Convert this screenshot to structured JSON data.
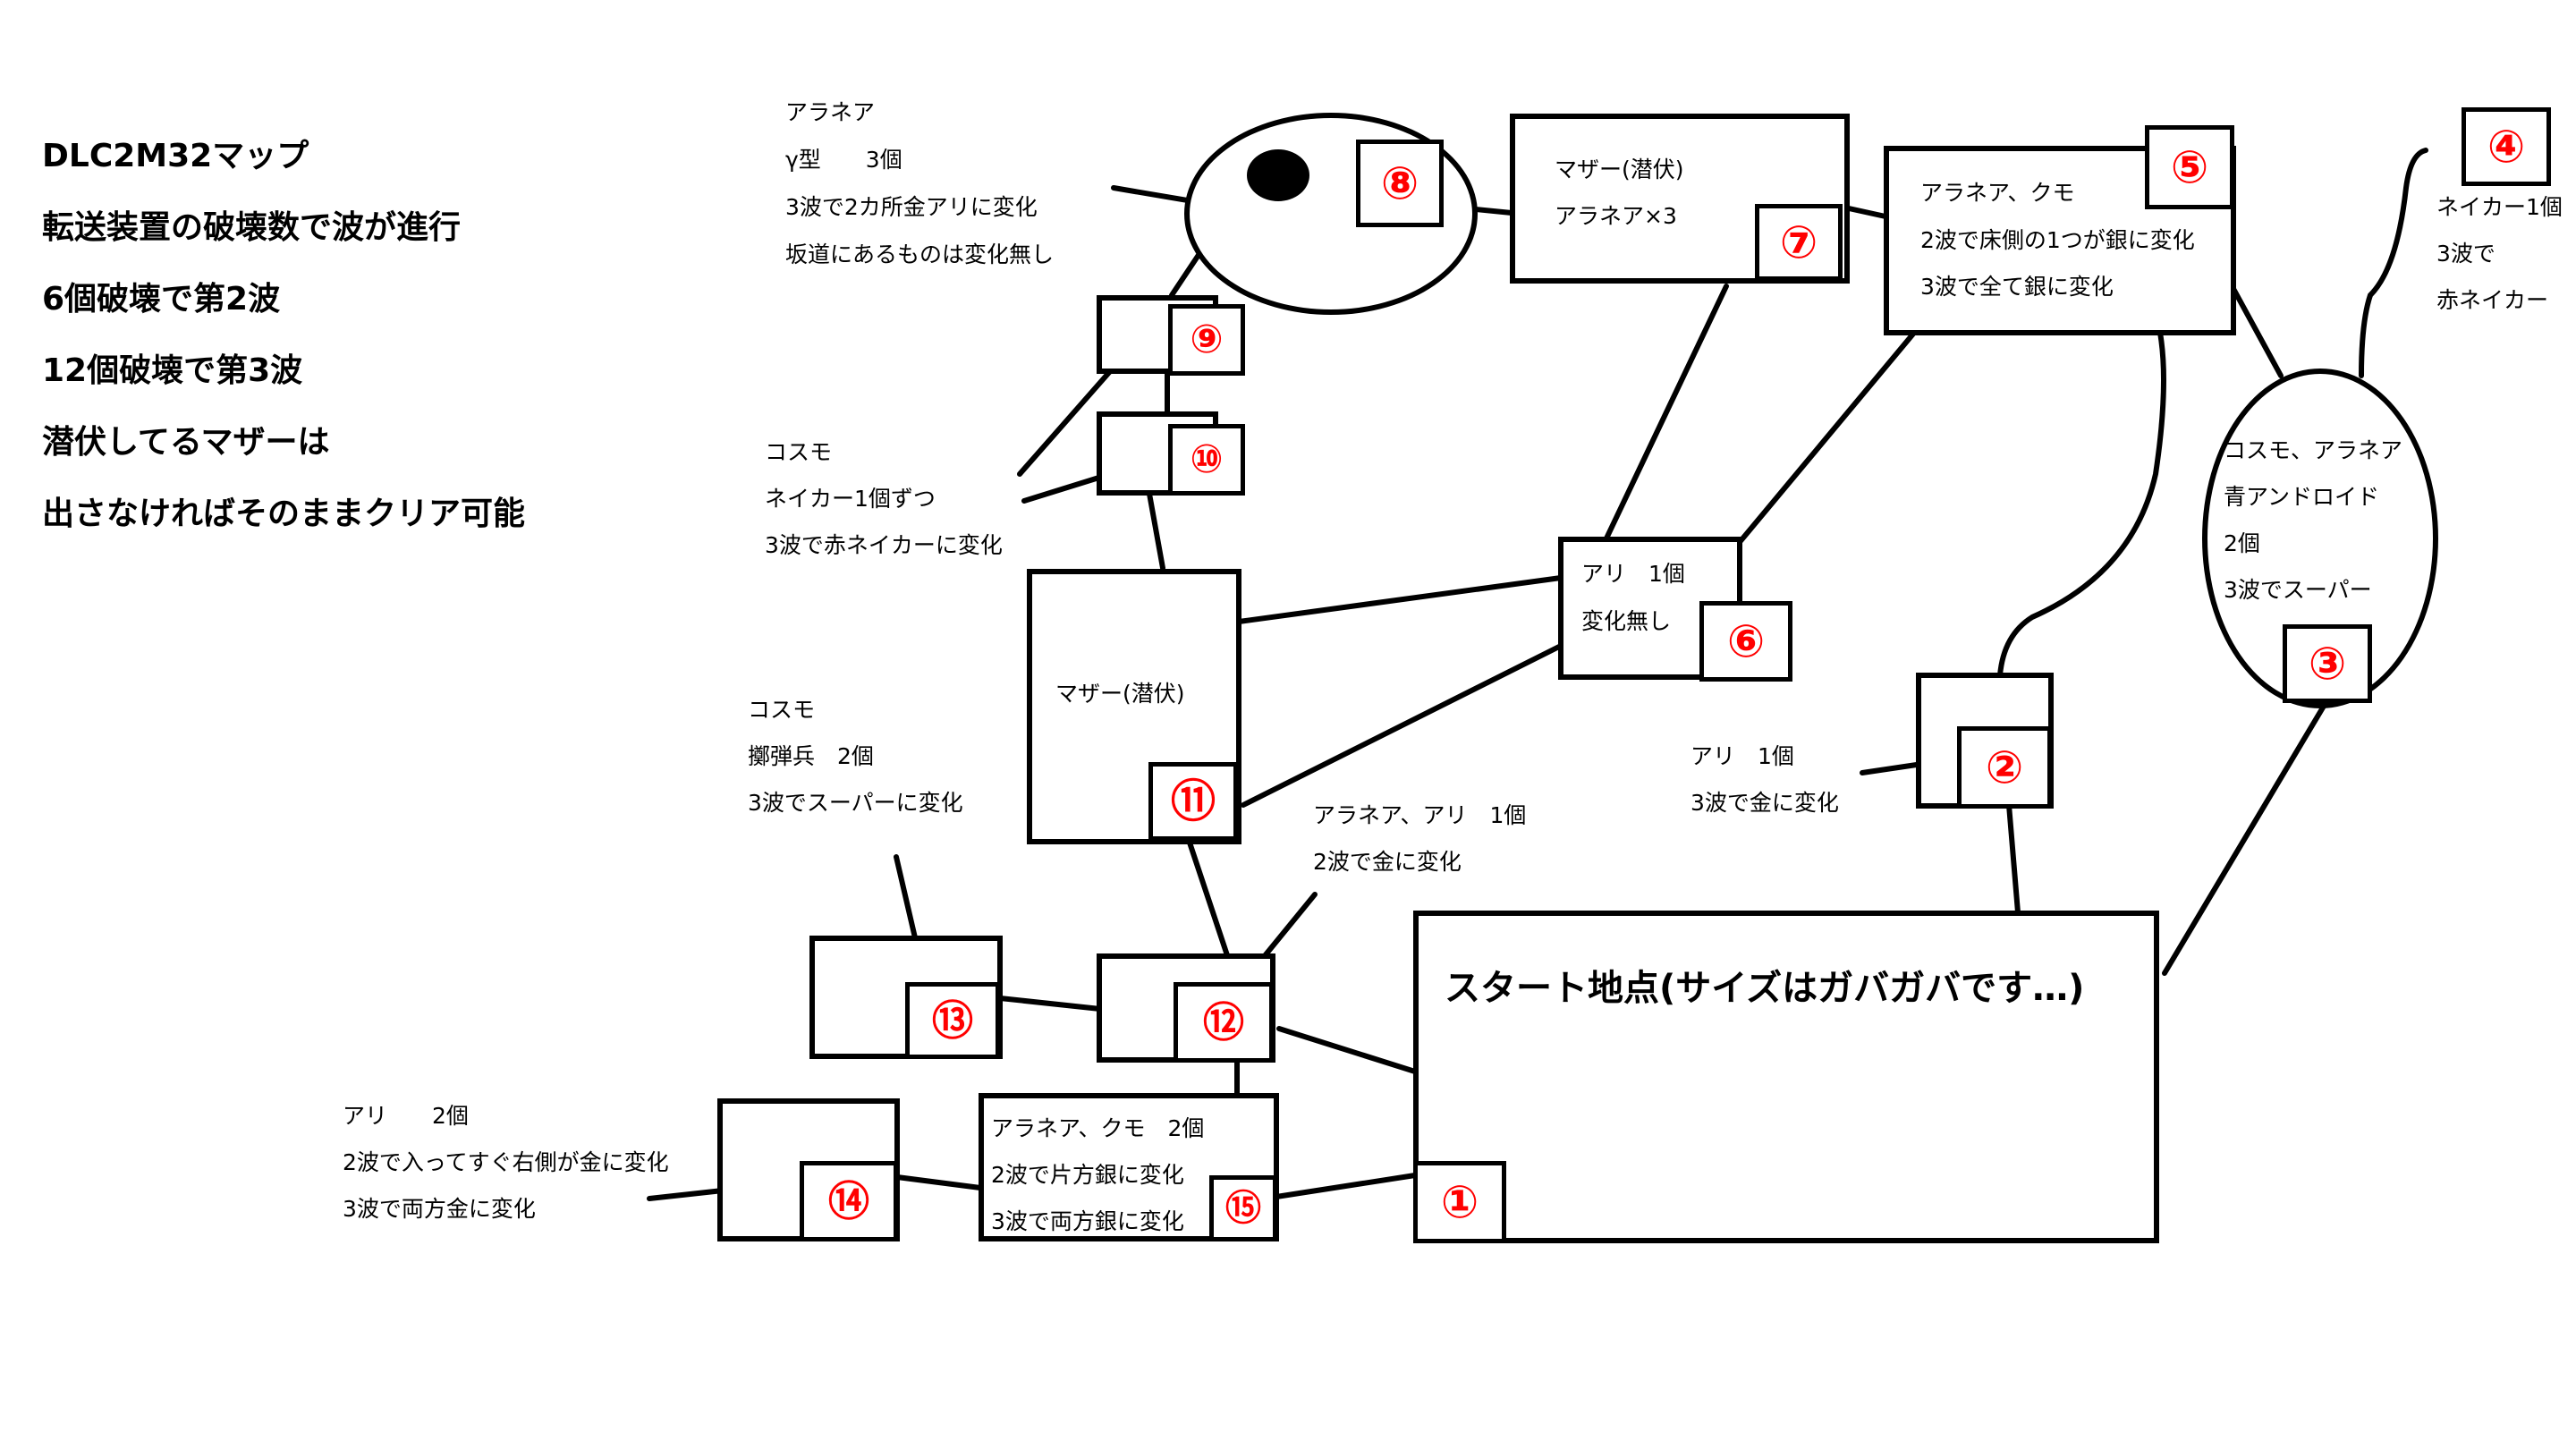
{
  "title_lines": [
    "DLC2M32マップ",
    "転送装置の破壊数で波が進行",
    "6個破壊で第2波",
    "12個破壊で第3波",
    "潜伏してるマザーは",
    "出さなければそのままクリア可能"
  ],
  "start_label": "スタート地点(サイズはガバガバです…)",
  "nodes": {
    "n1": "①",
    "n2": "②",
    "n3": "③",
    "n4": "④",
    "n5": "⑤",
    "n6": "⑥",
    "n7": "⑦",
    "n8": "⑧",
    "n9": "⑨",
    "n10": "⑩",
    "n11": "⑪",
    "n12": "⑫",
    "n13": "⑬",
    "n14": "⑭",
    "n15": "⑮"
  },
  "labels": {
    "n8": [
      "アラネア",
      "γ型　　3個",
      "3波で2カ所金アリに変化",
      "坂道にあるものは変化無し"
    ],
    "n7": [
      "マザー(潜伏)",
      "アラネア×3"
    ],
    "n5": [
      "アラネア、クモ",
      "2波で床側の1つが銀に変化",
      "3波で全て銀に変化"
    ],
    "n4": [
      "ネイカー1個",
      "3波で",
      "赤ネイカー"
    ],
    "n3": [
      "コスモ、アラネア",
      "青アンドロイド",
      "2個",
      "3波でスーパー"
    ],
    "n10": [
      "コスモ",
      "ネイカー1個ずつ",
      "3波で赤ネイカーに変化"
    ],
    "n6": [
      "アリ　1個",
      "変化無し"
    ],
    "n11": [
      "マザー(潜伏)"
    ],
    "n13": [
      "コスモ",
      "擲弾兵　2個",
      "3波でスーパーに変化"
    ],
    "n2": [
      "アリ　1個",
      "3波で金に変化"
    ],
    "n12": [
      "アラネア、アリ　1個",
      "2波で金に変化"
    ],
    "n14": [
      "アリ　　2個",
      "2波で入ってすぐ右側が金に変化",
      "3波で両方金に変化"
    ],
    "n15": [
      "アラネア、クモ　2個",
      "2波で片方銀に変化",
      "3波で両方銀に変化"
    ]
  },
  "colors": {
    "number": "#ff0000",
    "stroke": "#000000",
    "background": "#ffffff"
  }
}
